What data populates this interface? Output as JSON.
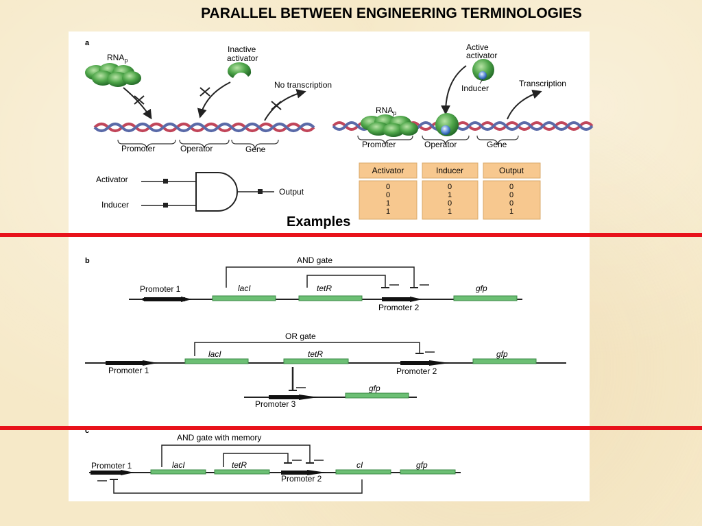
{
  "title": "PARALLEL BETWEEN ENGINEERING TERMINOLOGIES",
  "examples_label": "Examples",
  "panel_a": {
    "letter": "a",
    "rnap_main": "RNA",
    "rnap_sub": "p",
    "inactive_activator_line1": "Inactive",
    "inactive_activator_line2": "activator",
    "no_transcription": "No transcription",
    "active_activator_line1": "Active",
    "active_activator_line2": "activator",
    "inducer": "Inducer",
    "transcription": "Transcription",
    "left_regions": [
      "Promoter",
      "Operator",
      "Gene"
    ],
    "right_regions": [
      "Promoter",
      "Operator",
      "Gene"
    ],
    "gate_inputs": [
      "Activator",
      "Inducer"
    ],
    "gate_output": "Output",
    "truth_table": {
      "headers": [
        "Activator",
        "Inducer",
        "Output"
      ],
      "columns": [
        [
          "0",
          "0",
          "1",
          "1"
        ],
        [
          "0",
          "1",
          "0",
          "1"
        ],
        [
          "0",
          "0",
          "0",
          "1"
        ]
      ]
    }
  },
  "panel_b": {
    "letter": "b",
    "and_gate": {
      "label": "AND gate",
      "promoter1": "Promoter 1",
      "promoter2": "Promoter 2",
      "genes": [
        "lacI",
        "tetR",
        "gfp"
      ]
    },
    "or_gate": {
      "label": "OR gate",
      "promoter1": "Promoter 1",
      "promoter2": "Promoter 2",
      "promoter3": "Promoter 3",
      "genes": [
        "lacI",
        "tetR",
        "gfp"
      ],
      "lower_gene": "gfp"
    },
    "and_memory": {
      "letter": "c",
      "label": "AND gate with memory",
      "promoter1": "Promoter 1",
      "promoter2": "Promoter 2",
      "genes": [
        "lacI",
        "tetR",
        "cI",
        "gfp"
      ]
    }
  },
  "colors": {
    "background": "#f6e9c8",
    "red_divider": "#e8121b",
    "gene_box": "#6cbf74",
    "table_fill": "#f7c88f",
    "dna_red": "#c1465a",
    "dna_blue": "#5a6aa8",
    "protein_green": "#3f9a3f"
  }
}
